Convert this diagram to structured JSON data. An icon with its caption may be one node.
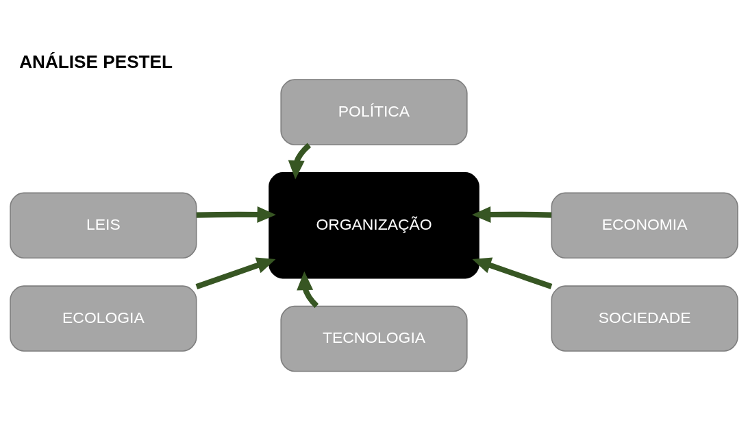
{
  "diagram": {
    "title": "ANÁLISE PESTEL",
    "nodes": [
      {
        "text": [
          "POLÍTICA"
        ]
      },
      {
        "text": [
          "LEIS"
        ]
      },
      {
        "text": [
          "ORGANIZAÇÃO"
        ]
      },
      {
        "text": [
          "ECONOMIA"
        ]
      },
      {
        "text": [
          "ECOLOGIA"
        ]
      },
      {
        "text": [
          "SOCIEDADE"
        ]
      },
      {
        "text": [
          "TECNOLOGIA"
        ]
      }
    ],
    "edges": [
      {
        "from": 0,
        "to": 2,
        "arrow": "to"
      },
      {
        "from": 1,
        "to": 2,
        "arrow": "to"
      },
      {
        "from": 3,
        "to": 2,
        "arrow": "to"
      },
      {
        "from": 4,
        "to": 2,
        "arrow": "to"
      },
      {
        "from": 5,
        "to": 2,
        "arrow": "to"
      },
      {
        "from": 6,
        "to": 2,
        "arrow": "to"
      }
    ]
  }
}
